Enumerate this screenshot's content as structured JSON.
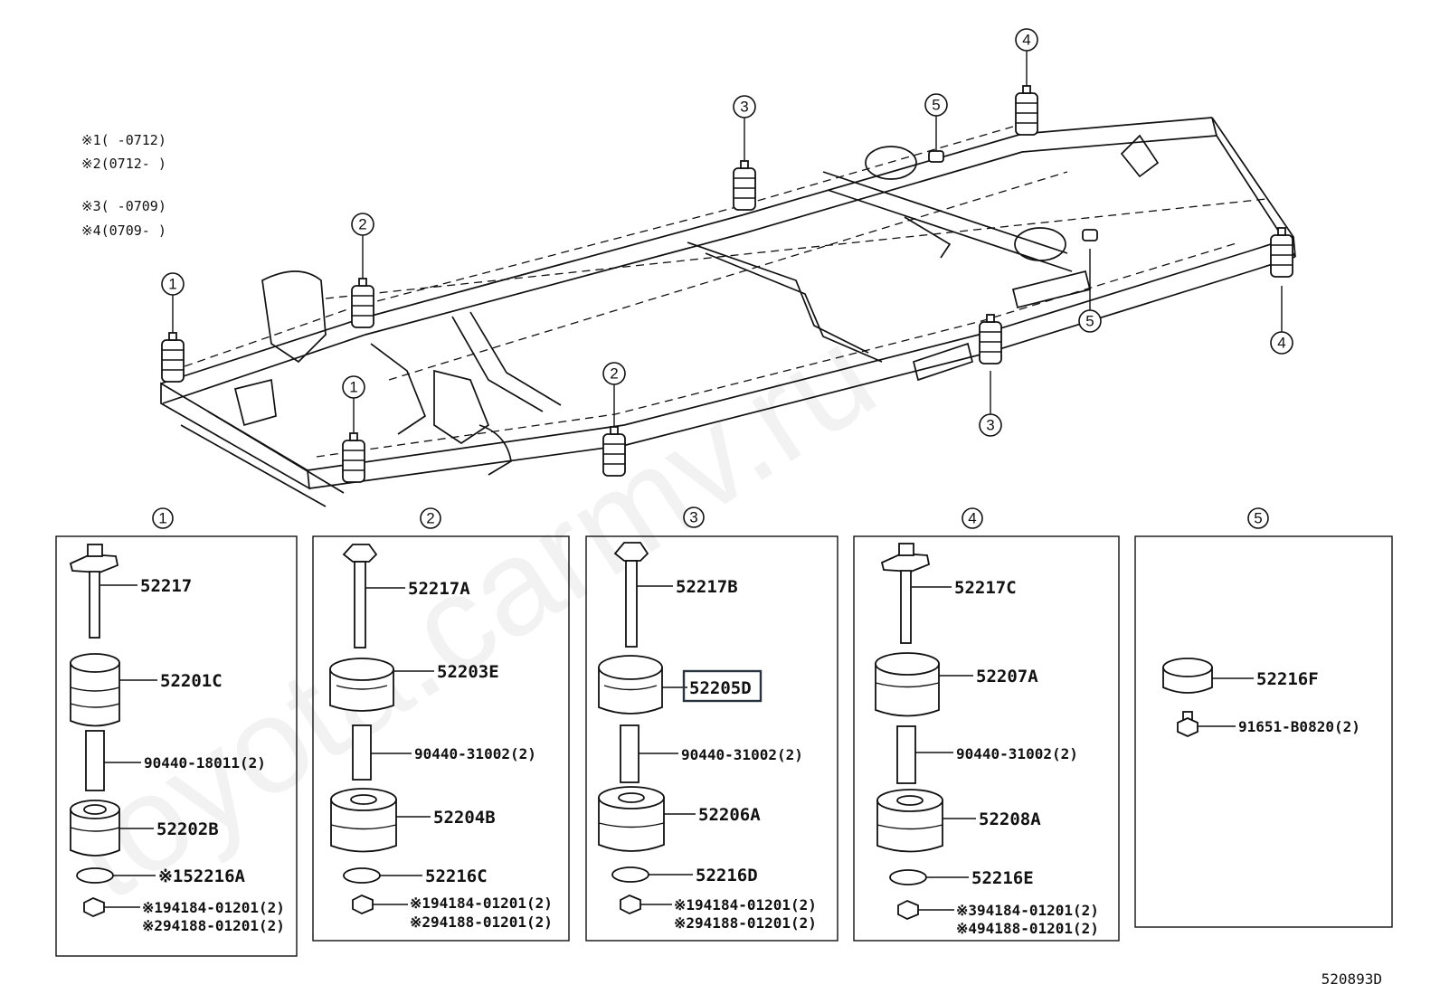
{
  "notes": [
    "※1(    -0712)",
    "※2(0712-    )",
    "※3(    -0709)",
    "※4(0709-    )"
  ],
  "diagram_code": "520893D",
  "watermark": "toyota.carmv.ru",
  "frame_callouts": [
    {
      "num": "1"
    },
    {
      "num": "1"
    },
    {
      "num": "2"
    },
    {
      "num": "2"
    },
    {
      "num": "3"
    },
    {
      "num": "3"
    },
    {
      "num": "4"
    },
    {
      "num": "4"
    },
    {
      "num": "5"
    },
    {
      "num": "5"
    }
  ],
  "groups": [
    {
      "num": "1",
      "parts": [
        {
          "label": "52217"
        },
        {
          "label": "52201C"
        },
        {
          "label": "90440-18011(2)"
        },
        {
          "label": "52202B"
        },
        {
          "label": "※152216A"
        },
        {
          "label": "※194184-01201(2)"
        },
        {
          "label": "※294188-01201(2)"
        }
      ]
    },
    {
      "num": "2",
      "parts": [
        {
          "label": "52217A"
        },
        {
          "label": "52203E"
        },
        {
          "label": "90440-31002(2)"
        },
        {
          "label": "52204B"
        },
        {
          "label": "52216C"
        },
        {
          "label": "※194184-01201(2)"
        },
        {
          "label": "※294188-01201(2)"
        }
      ]
    },
    {
      "num": "3",
      "parts": [
        {
          "label": "52217B"
        },
        {
          "label": "52205D",
          "highlighted": true
        },
        {
          "label": "90440-31002(2)"
        },
        {
          "label": "52206A"
        },
        {
          "label": "52216D"
        },
        {
          "label": "※194184-01201(2)"
        },
        {
          "label": "※294188-01201(2)"
        }
      ]
    },
    {
      "num": "4",
      "parts": [
        {
          "label": "52217C"
        },
        {
          "label": "52207A"
        },
        {
          "label": "90440-31002(2)"
        },
        {
          "label": "52208A"
        },
        {
          "label": "52216E"
        },
        {
          "label": "※394184-01201(2)"
        },
        {
          "label": "※494188-01201(2)"
        }
      ]
    },
    {
      "num": "5",
      "parts": [
        {
          "label": "52216F"
        },
        {
          "label": "91651-B0820(2)"
        }
      ]
    }
  ]
}
